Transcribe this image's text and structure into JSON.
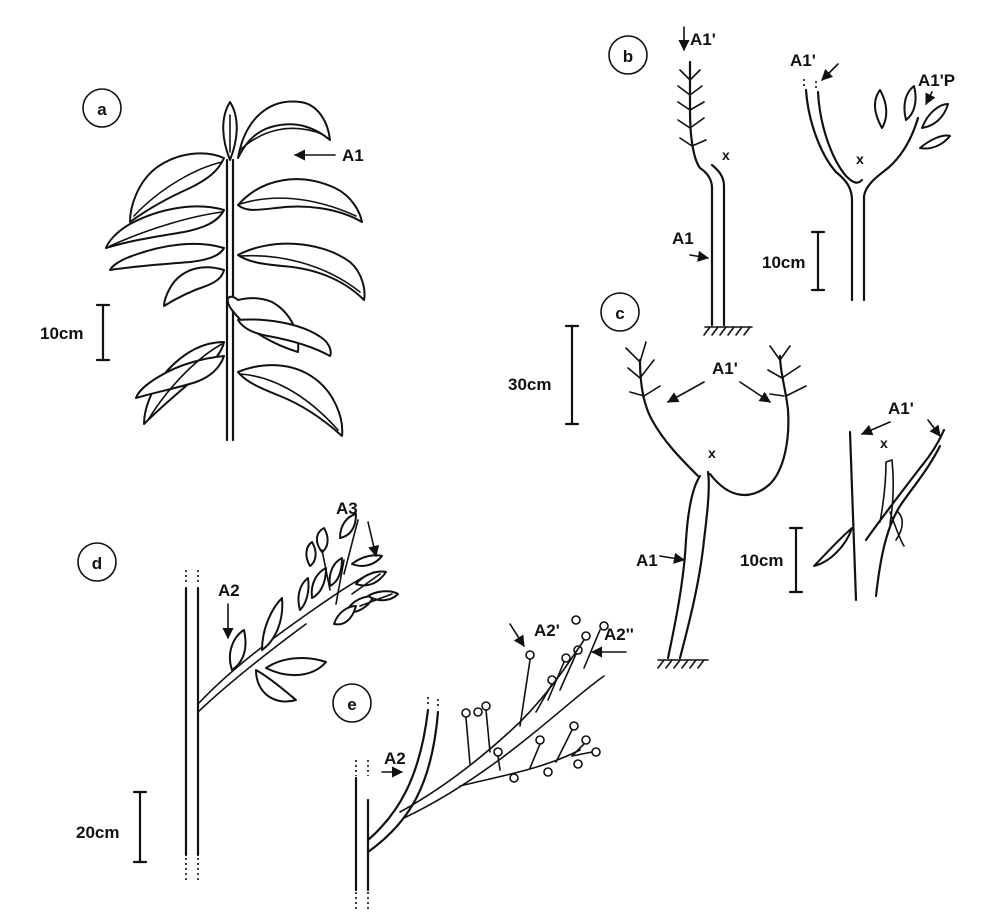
{
  "panels": {
    "a": {
      "letter": "a",
      "axis_label": "A1",
      "scale": "10cm"
    },
    "b": {
      "letter": "b",
      "left_top_label": "A1'",
      "left_base_label": "A1",
      "junction_label_left": "x",
      "right_top_label": "A1'",
      "right_branch_label": "A1'P",
      "junction_label_right": "x",
      "scale": "10cm"
    },
    "c": {
      "letter": "c",
      "branch_label": "A1'",
      "junction_label": "x",
      "axis_label": "A1",
      "scale": "30cm",
      "detail_label": "A1'",
      "detail_junction_label": "x",
      "detail_scale": "10cm"
    },
    "d": {
      "letter": "d",
      "axis_label": "A2",
      "branch_label": "A3",
      "scale": "20cm"
    },
    "e": {
      "letter": "e",
      "axis_label": "A2",
      "branch_label_1": "A2'",
      "branch_label_2": "A2''"
    }
  }
}
